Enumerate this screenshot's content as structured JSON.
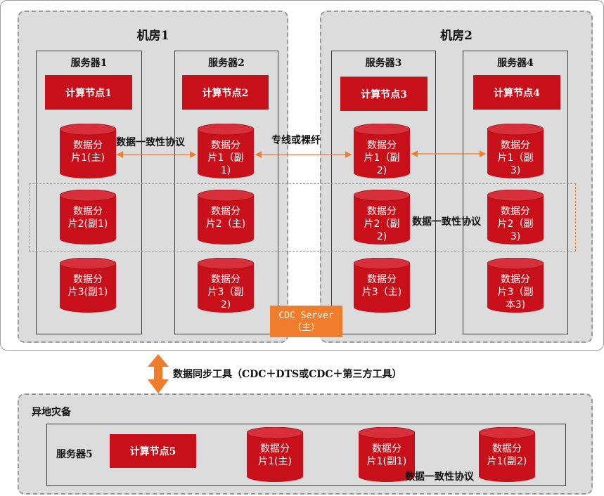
{
  "room1": {
    "title": "机房1"
  },
  "room2": {
    "title": "机房2"
  },
  "servers": {
    "s1": "服务器1",
    "s2": "服务器2",
    "s3": "服务器3",
    "s4": "服务器4",
    "s5": "服务器5"
  },
  "nodes": {
    "n1": "计算节点1",
    "n2": "计算节点2",
    "n3": "计算节点3",
    "n4": "计算节点4",
    "n5": "计算节点5"
  },
  "shards": {
    "s1a": [
      "数据分",
      "片1(主)"
    ],
    "s1b": [
      "数据分",
      "片2(副1)"
    ],
    "s1c": [
      "数据分",
      "片3(副1)"
    ],
    "s2a": [
      "数据分",
      "片1（副",
      "1)"
    ],
    "s2b": [
      "数据分",
      "片2（主)"
    ],
    "s2c": [
      "数据分",
      "片3（副",
      "2)"
    ],
    "s3a": [
      "数据分",
      "片1（副",
      "2)"
    ],
    "s3b": [
      "数据分",
      "片2（副",
      "2)"
    ],
    "s3c": [
      "数据分",
      "片3（主)"
    ],
    "s4a": [
      "数据分",
      "片1（副",
      "3)"
    ],
    "s4b": [
      "数据分",
      "片2（副",
      "3)"
    ],
    "s4c": [
      "数据分",
      "片3（副",
      "本3)"
    ],
    "s5a": [
      "数据分",
      "片1(主)"
    ],
    "s5b": [
      "数据分",
      "片1(副1)"
    ],
    "s5c": [
      "数据分",
      "片1(副2)"
    ]
  },
  "labels": {
    "consistency_top": "数据一致性协议",
    "line": "专线或裸纤",
    "consistency_mid": "数据一致性协议",
    "consistency_bottom": "数据一致性协议",
    "sync_tool": "数据同步工具（CDC＋DTS或CDC＋第三方工具）",
    "dr": "异地灾备"
  },
  "cdc": {
    "line1": "CDC Server",
    "line2": "（主）"
  },
  "colors": {
    "shard_red": "#c8101a",
    "arrow_orange": "#ef7d2c",
    "room_gray": "#dcdcdc"
  }
}
